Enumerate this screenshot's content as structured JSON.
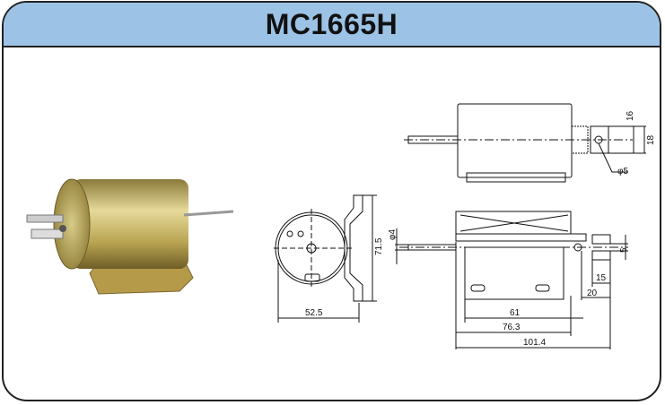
{
  "title": "MC1665H",
  "front_view": {
    "width": "52.5",
    "height": "71.5"
  },
  "top_view": {
    "dim_16": "16",
    "dim_18": "18",
    "hole_dia": "φ5"
  },
  "side_view": {
    "plunger_dia": "φ4",
    "dim_5": "5",
    "dim_15": "15",
    "dim_20": "20",
    "dim_61": "61",
    "dim_76": "76.3",
    "dim_101": "101.4"
  }
}
